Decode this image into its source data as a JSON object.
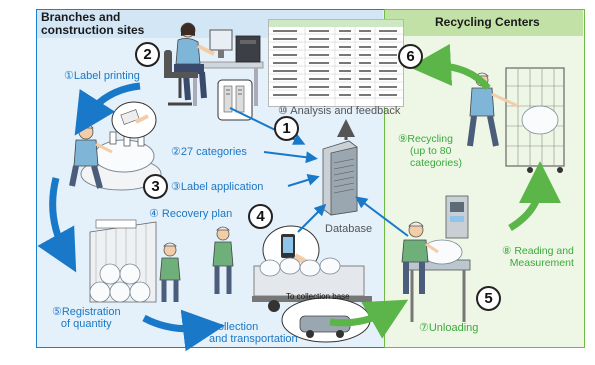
{
  "left_panel": {
    "title_line1": "Branches and",
    "title_line2": "construction sites"
  },
  "right_panel": {
    "title": "Recycling Centers"
  },
  "steps": {
    "s1": "①Label printing",
    "s2": "②27 categories",
    "s3": "③Label application",
    "s4": "④ Recovery plan",
    "s5a": "⑤Registration",
    "s5b": "of quantity",
    "s6a": "⑥ Collection",
    "s6b": "and transportation",
    "s7": "⑦Unloading",
    "s8a": "⑧ Reading and",
    "s8b": "Measurement",
    "s9a": "⑨Recycling",
    "s9b": "(up to 80",
    "s9c": "categories)",
    "s10": "⑩ Analysis and feedback"
  },
  "markers": [
    "1",
    "2",
    "3",
    "4",
    "5",
    "6"
  ],
  "database_label": "Database",
  "truck_label": "To collection base",
  "colors": {
    "left_border": "#1c7fd0",
    "right_border": "#6dbb45",
    "blue_arrow": "#1a78c8",
    "green_arrow": "#5cb548"
  }
}
